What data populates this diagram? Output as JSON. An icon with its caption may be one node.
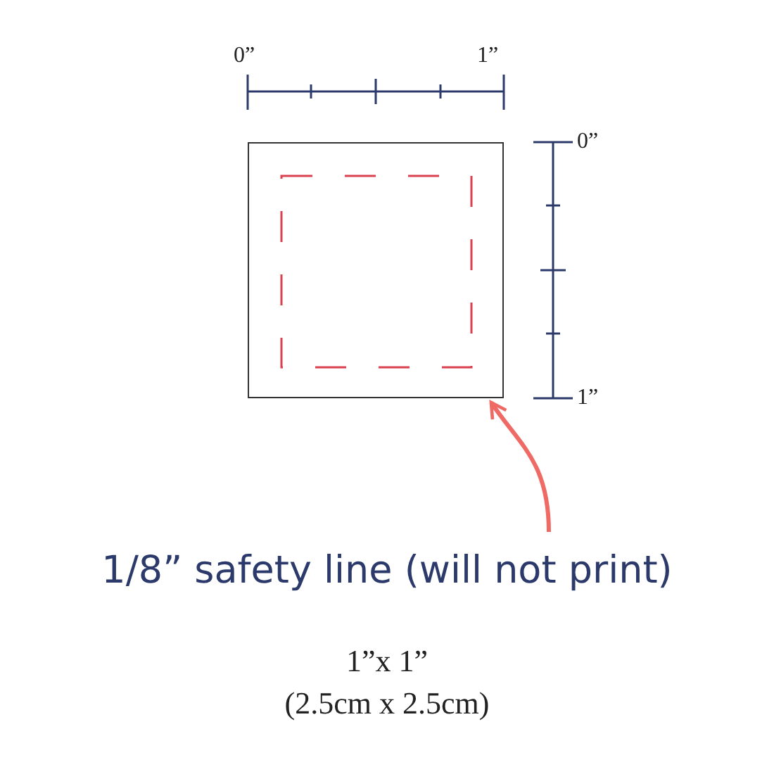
{
  "diagram": {
    "nodes": [
      {
        "text": [],
        "shape": "box"
      },
      {
        "text": [],
        "shape": "box",
        "in": 0
      },
      {
        "text": [
          "1/8” safety line (will not print)"
        ]
      }
    ],
    "edges": [
      {
        "from": 2,
        "to": 0,
        "arrow": "to"
      }
    ],
    "labels": [
      "0”",
      "1”",
      "0”",
      "1”",
      "1”x 1”",
      "(2.5cm x 2.5cm)"
    ]
  }
}
